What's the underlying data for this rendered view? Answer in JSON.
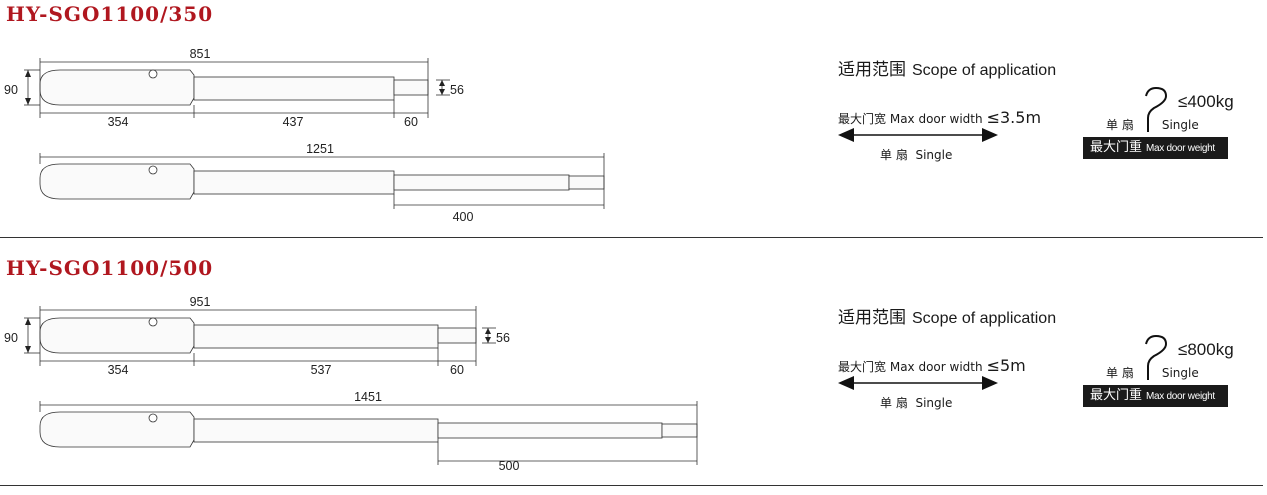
{
  "sections": [
    {
      "model": "HY-SGO1100/350",
      "dims": {
        "d1": "851",
        "d2": "90",
        "d3": "56",
        "d4": "354",
        "d5": "437",
        "d6": "60",
        "d7": "1251",
        "d8": "400"
      },
      "scope": {
        "title_zh": "适用范围",
        "title_en": "Scope of application",
        "width_zh": "最大门宽",
        "width_en": "Max door width",
        "width_val": "≤3.5m",
        "single_zh": "单 扇",
        "single_en": "Single",
        "weight_val": "≤400kg",
        "weight_zh": "最大门重",
        "weight_en": "Max door weight"
      }
    },
    {
      "model": "HY-SGO1100/500",
      "dims": {
        "d1": "951",
        "d2": "90",
        "d3": "56",
        "d4": "354",
        "d5": "537",
        "d6": "60",
        "d7": "1451",
        "d8": "500"
      },
      "scope": {
        "title_zh": "适用范围",
        "title_en": "Scope of application",
        "width_zh": "最大门宽",
        "width_en": "Max door width",
        "width_val": "≤5m",
        "single_zh": "单 扇",
        "single_en": "Single",
        "weight_val": "≤800kg",
        "weight_zh": "最大门重",
        "weight_en": "Max door weight"
      }
    }
  ]
}
